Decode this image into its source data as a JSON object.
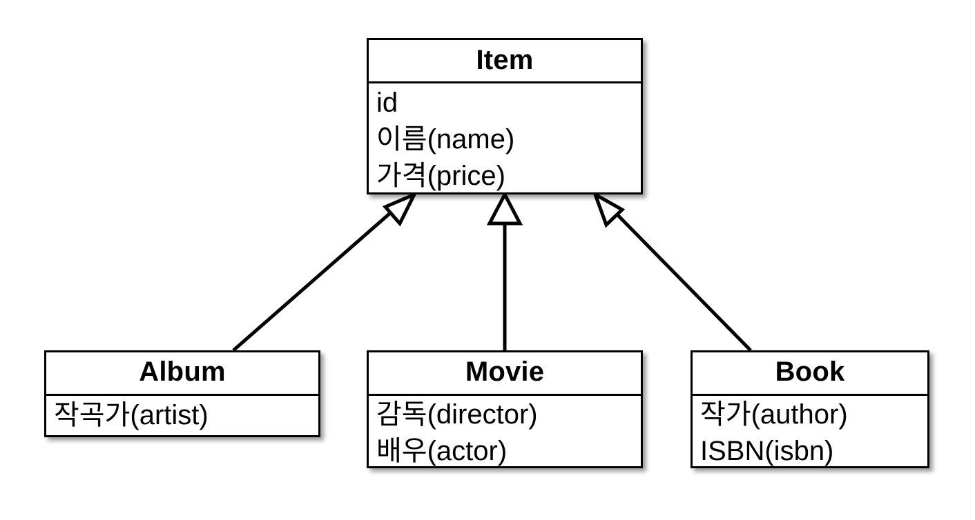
{
  "diagram": {
    "type": "uml-class-diagram",
    "title": "",
    "background_color": "#ffffff",
    "line_color": "#000000",
    "box_fill": "#ffffff",
    "classes": [
      {
        "id": "item",
        "name": "Item",
        "role": "superclass",
        "attributes": [
          "id",
          "이름(name)",
          "가격(price)"
        ]
      },
      {
        "id": "album",
        "name": "Album",
        "role": "subclass",
        "attributes": [
          "작곡가(artist)"
        ]
      },
      {
        "id": "movie",
        "name": "Movie",
        "role": "subclass",
        "attributes": [
          "감독(director)",
          "배우(actor)"
        ]
      },
      {
        "id": "book",
        "name": "Book",
        "role": "subclass",
        "attributes": [
          "작가(author)",
          "ISBN(isbn)"
        ]
      }
    ],
    "relationships": [
      {
        "id": "album-to-item",
        "kind": "generalization",
        "from": "album",
        "to": "item",
        "arrowhead": "hollow-triangle"
      },
      {
        "id": "movie-to-item",
        "kind": "generalization",
        "from": "movie",
        "to": "item",
        "arrowhead": "hollow-triangle"
      },
      {
        "id": "book-to-item",
        "kind": "generalization",
        "from": "book",
        "to": "item",
        "arrowhead": "hollow-triangle"
      }
    ]
  }
}
